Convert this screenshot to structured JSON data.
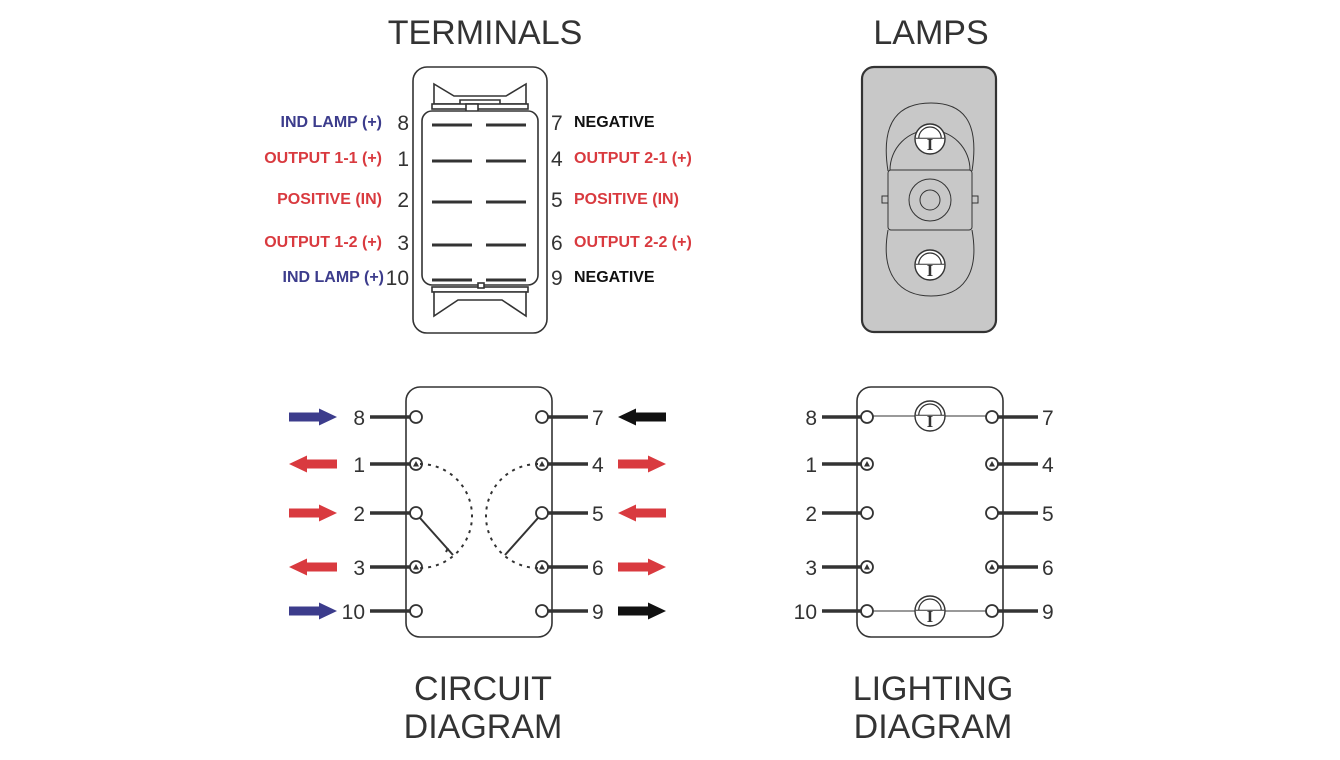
{
  "titles": {
    "terminals": "TERMINALS",
    "lamps": "LAMPS",
    "circuit_line1": "CIRCUIT",
    "circuit_line2": "DIAGRAM",
    "lighting_line1": "LIGHTING",
    "lighting_line2": "DIAGRAM"
  },
  "colors": {
    "blue": "#3c3c8c",
    "red": "#d93a3f",
    "black": "#111111",
    "line": "#333333",
    "lamp_fill": "#c8c8c8"
  },
  "terminals": {
    "left": [
      {
        "pin": "8",
        "label": "IND LAMP (+)",
        "color": "blue"
      },
      {
        "pin": "1",
        "label": "OUTPUT 1-1 (+)",
        "color": "red"
      },
      {
        "pin": "2",
        "label": "POSITIVE (IN)",
        "color": "red"
      },
      {
        "pin": "3",
        "label": "OUTPUT 1-2 (+)",
        "color": "red"
      },
      {
        "pin": "10",
        "label": "IND LAMP (+)",
        "color": "blue"
      }
    ],
    "right": [
      {
        "pin": "7",
        "label": "NEGATIVE",
        "color": "black"
      },
      {
        "pin": "4",
        "label": "OUTPUT 2-1 (+)",
        "color": "red"
      },
      {
        "pin": "5",
        "label": "POSITIVE (IN)",
        "color": "red"
      },
      {
        "pin": "6",
        "label": "OUTPUT 2-2 (+)",
        "color": "red"
      },
      {
        "pin": "9",
        "label": "NEGATIVE",
        "color": "black"
      }
    ]
  },
  "circuit": {
    "left": [
      {
        "pin": "8",
        "arrow": "right",
        "color": "blue",
        "contact": "plain"
      },
      {
        "pin": "1",
        "arrow": "left",
        "color": "red",
        "contact": "triangle"
      },
      {
        "pin": "2",
        "arrow": "right",
        "color": "red",
        "contact": "plain"
      },
      {
        "pin": "3",
        "arrow": "left",
        "color": "red",
        "contact": "triangle"
      },
      {
        "pin": "10",
        "arrow": "right",
        "color": "blue",
        "contact": "plain"
      }
    ],
    "right": [
      {
        "pin": "7",
        "arrow": "left",
        "color": "black",
        "contact": "plain"
      },
      {
        "pin": "4",
        "arrow": "right",
        "color": "red",
        "contact": "triangle"
      },
      {
        "pin": "5",
        "arrow": "left",
        "color": "red",
        "contact": "plain"
      },
      {
        "pin": "6",
        "arrow": "right",
        "color": "red",
        "contact": "triangle"
      },
      {
        "pin": "9",
        "arrow": "right",
        "color": "black",
        "contact": "plain"
      }
    ]
  },
  "lighting": {
    "left": [
      "8",
      "1",
      "2",
      "3",
      "10"
    ],
    "right": [
      "7",
      "4",
      "5",
      "6",
      "9"
    ],
    "lamp_glyph": "I"
  }
}
